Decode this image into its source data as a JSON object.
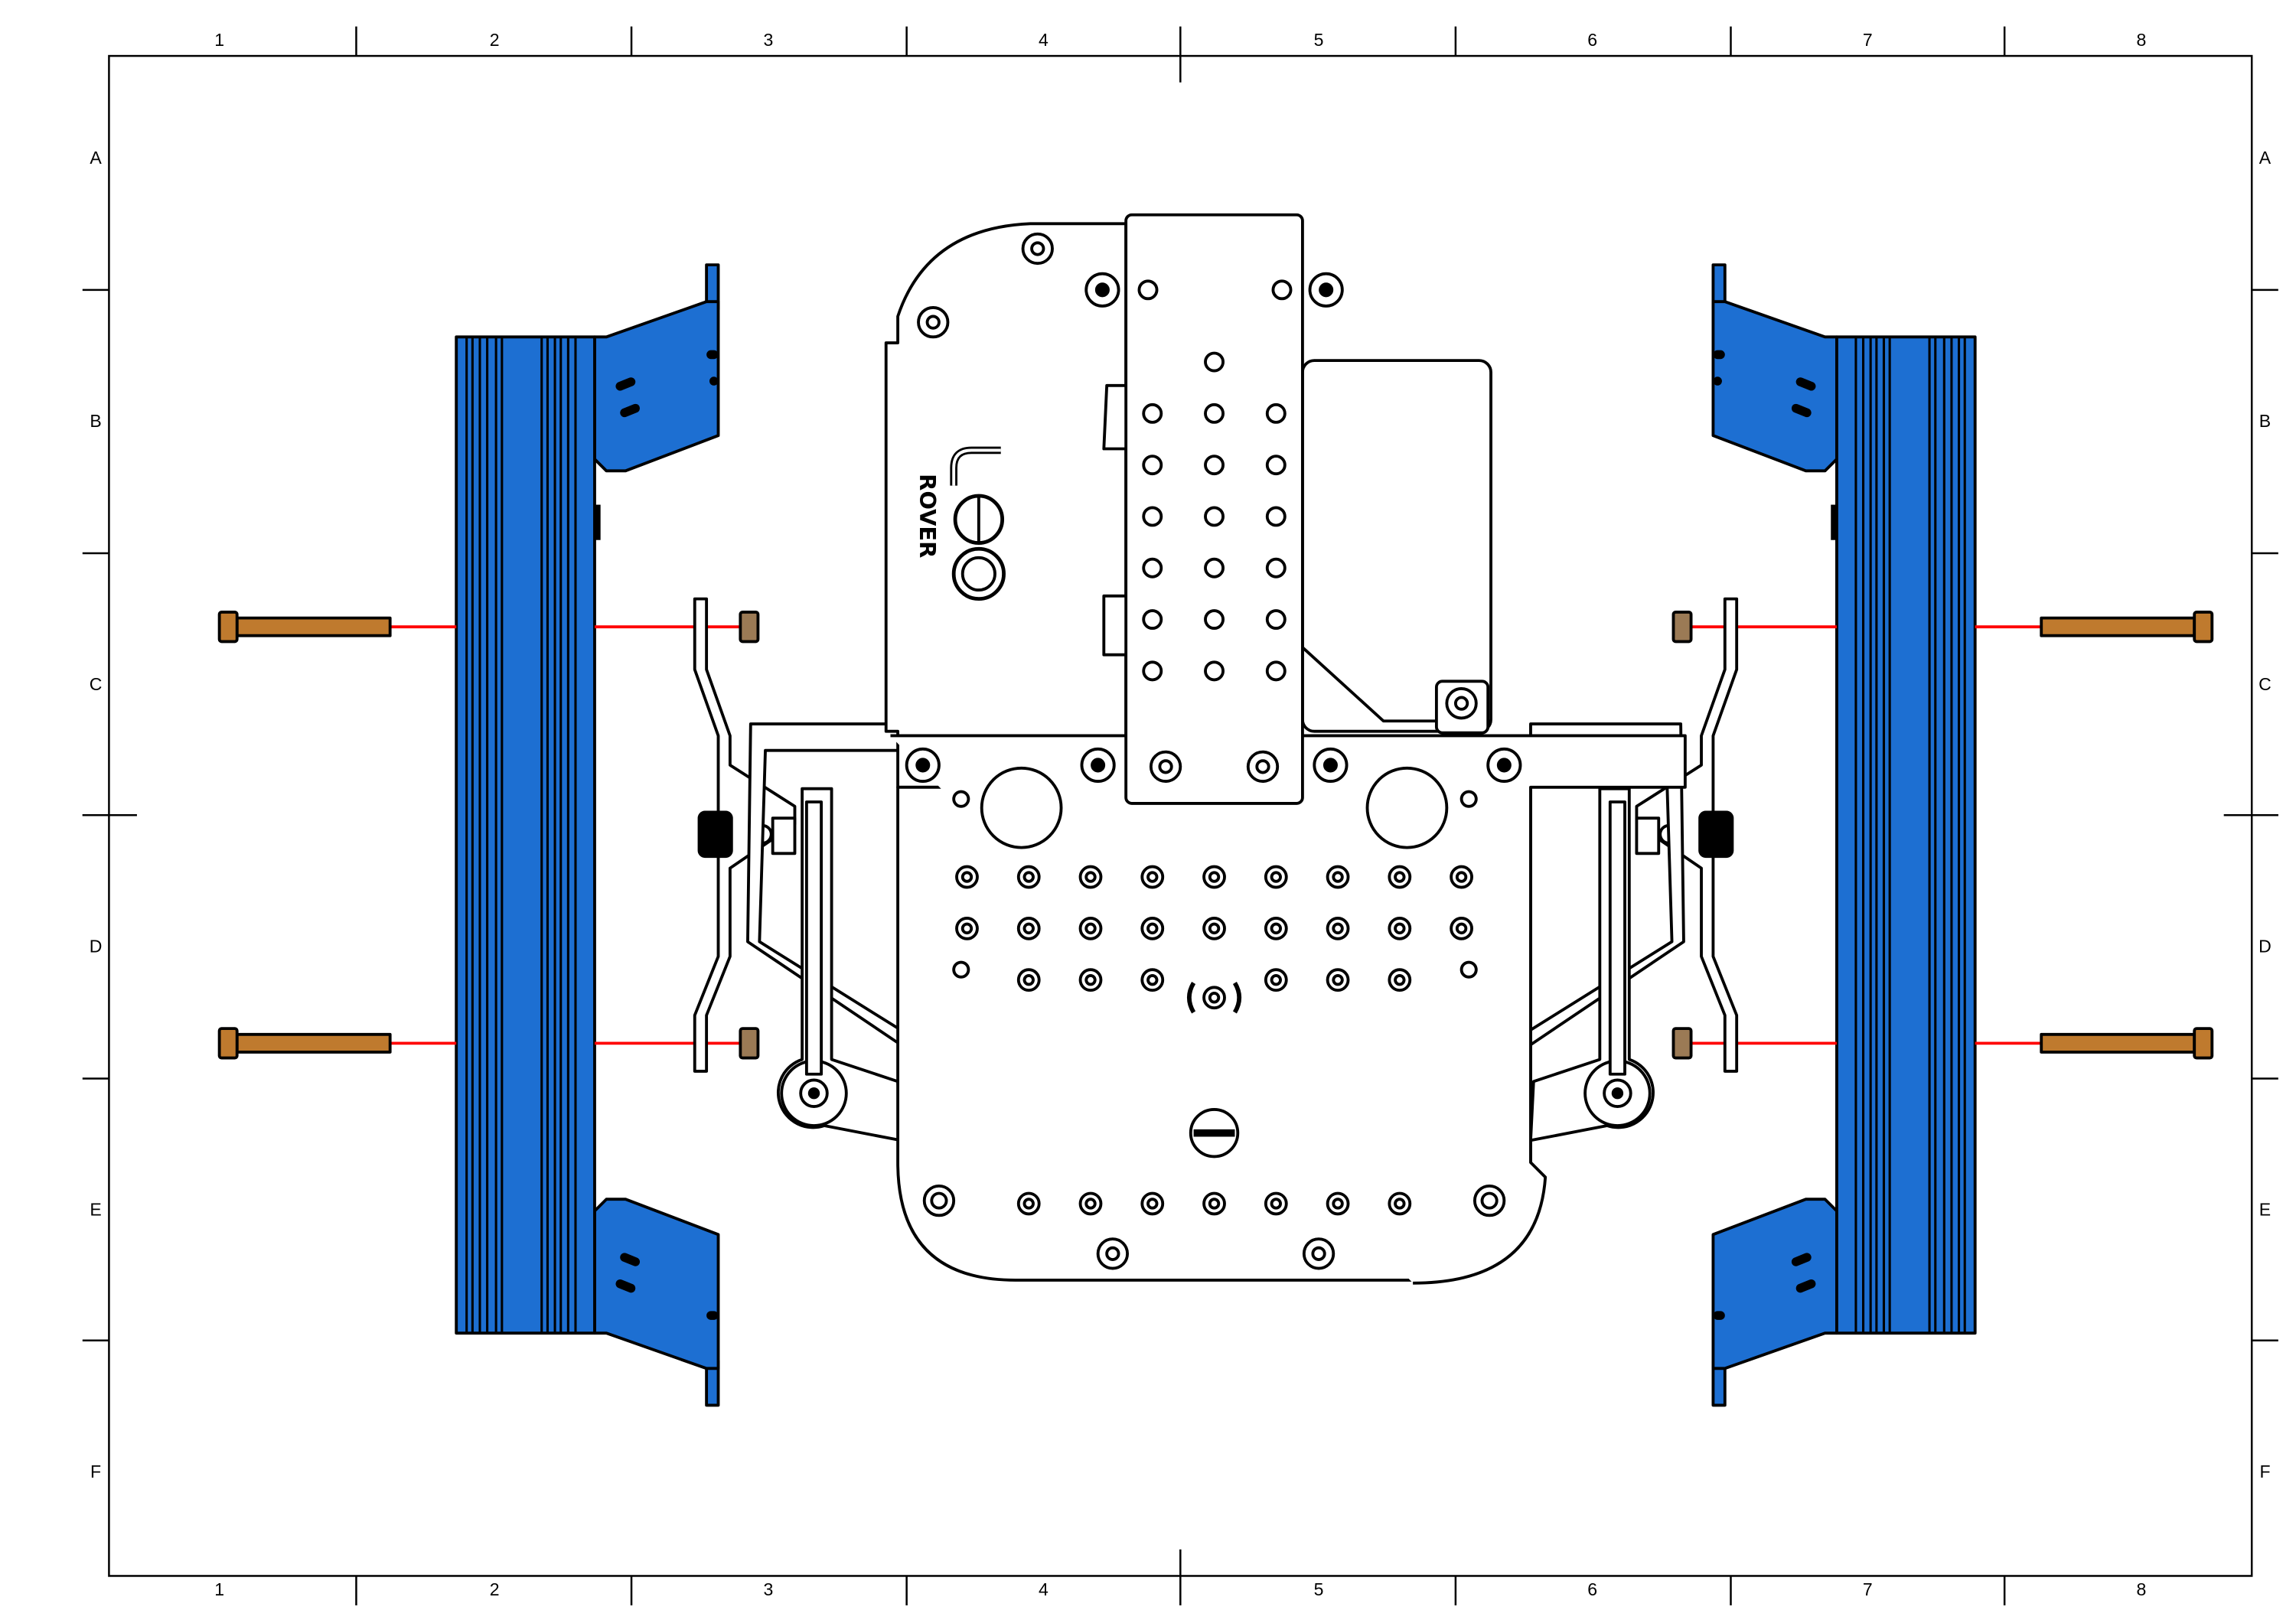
{
  "frame": {
    "column_labels": [
      "1",
      "2",
      "3",
      "4",
      "5",
      "6",
      "7",
      "8"
    ],
    "row_labels": [
      "A",
      "B",
      "C",
      "D",
      "E",
      "F"
    ]
  },
  "logo": {
    "brand": "leo",
    "text": "ROVER"
  },
  "colors": {
    "side_rail": "#1d6fd2",
    "bolt": "#bf7a2e",
    "assembly_line": "#ff0000",
    "outline": "#000000"
  }
}
